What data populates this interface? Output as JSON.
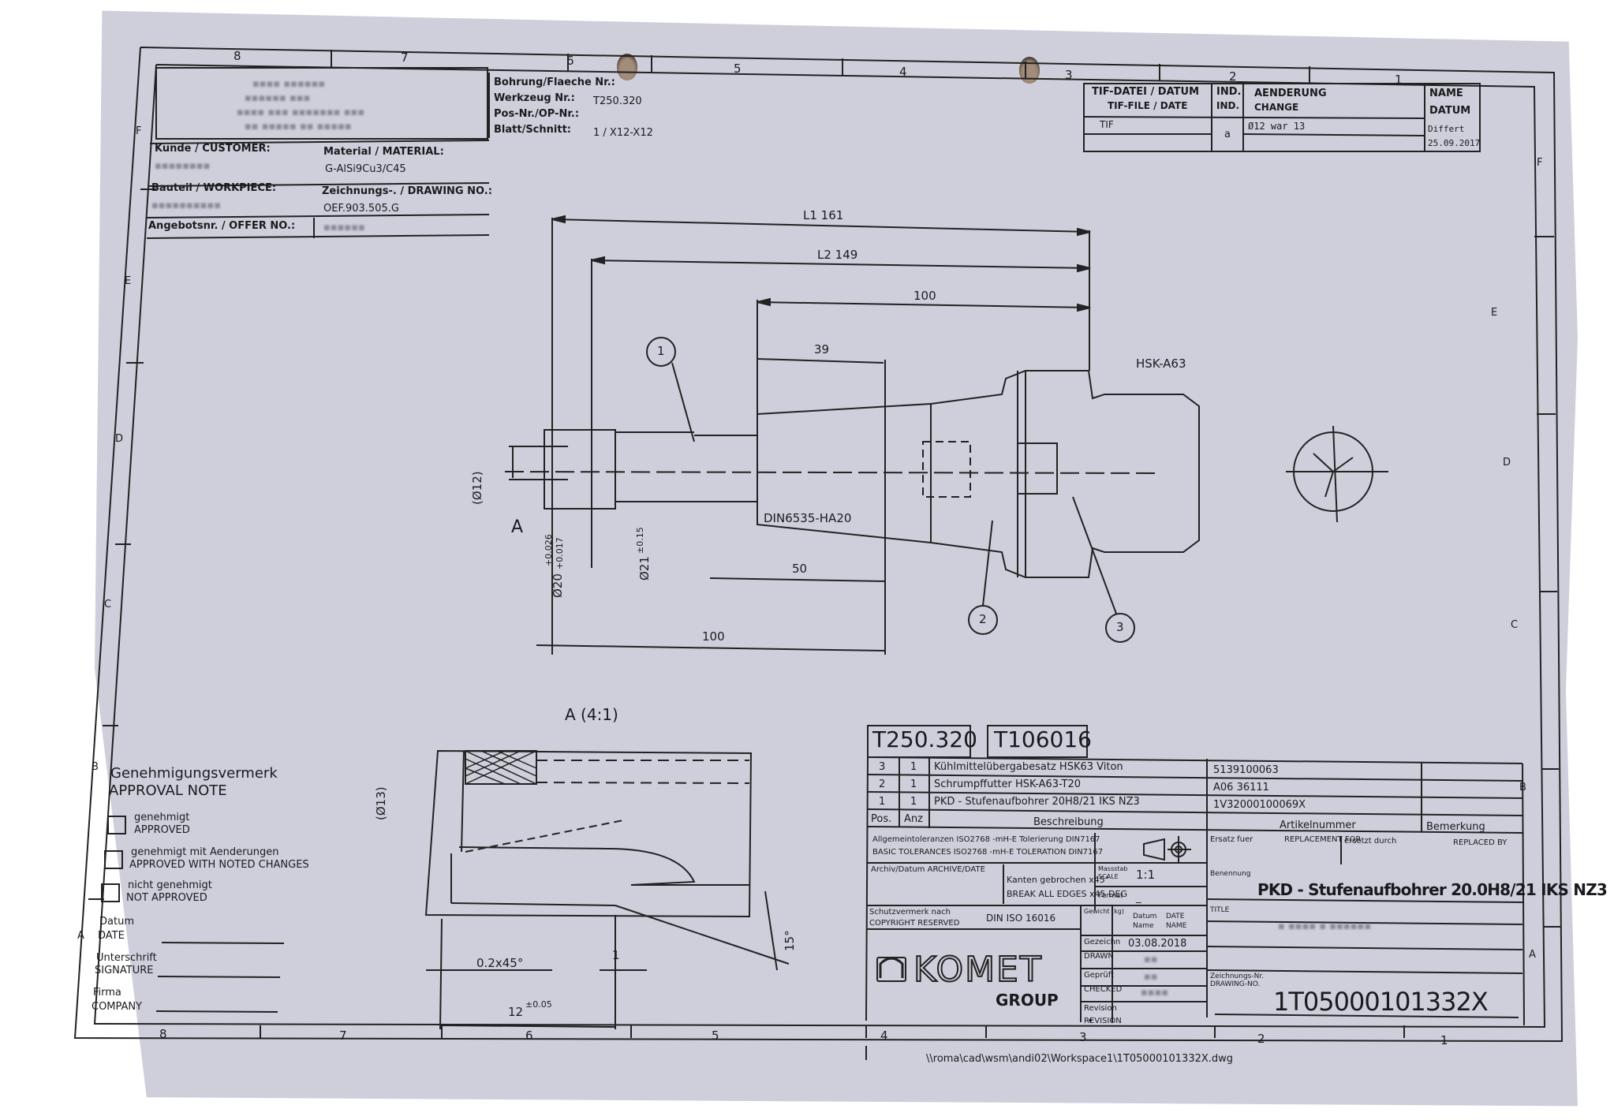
{
  "sheet": {
    "zones_top": [
      "8",
      "7",
      "6",
      "5",
      "4",
      "3",
      "2",
      "1"
    ],
    "zones_side": [
      "F",
      "E",
      "D",
      "C",
      "B",
      "A"
    ],
    "file_path": "\\\\roma\\cad\\wsm\\andi02\\Workspace1\\1T05000101332X.dwg"
  },
  "header_left": {
    "bohrung_label": "Bohrung/Flaeche Nr.:",
    "bohrung_value": "",
    "werkzeug_label": "Werkzeug Nr.:",
    "werkzeug_value": "T250.320",
    "pos_label": "Pos-Nr./OP-Nr.:",
    "pos_value": "",
    "blatt_label": "Blatt/Schnitt:",
    "blatt_value": "1 / X12-X12",
    "customer_label": "Kunde / CUSTOMER:",
    "material_label": "Material / MATERIAL:",
    "material_value": "G-AlSi9Cu3/C45",
    "workpiece_label": "Bauteil / WORKPIECE:",
    "drawing_no_label": "Zeichnungs-. / DRAWING NO.:",
    "drawing_no_value": "OEF.903.505.G",
    "offer_label": "Angebotsnr. / OFFER NO.:"
  },
  "revision_block": {
    "col1_de": "TIF-DATEI / DATUM",
    "col1_en": "TIF-FILE / DATE",
    "col2_de": "IND.",
    "col2_en": "IND.",
    "col3_de": "AENDERUNG",
    "col3_en": "CHANGE",
    "col4_de": "NAME",
    "col4_en": "DATUM",
    "row_tif": "TIF",
    "row_ind": "a",
    "row_change": "Ø12 war 13",
    "row_name": "Differt",
    "row_date": "25.09.2017"
  },
  "dimensions": {
    "l1": "L1  161",
    "l2": "L2  149",
    "d100_top": "100",
    "d39": "39",
    "d50": "50",
    "d100_bottom": "100",
    "dia12": "(Ø12)",
    "section_A": "A",
    "dia20": "Ø20",
    "dia20_tol_upper": "+0.026",
    "dia20_tol_lower": "+0.017",
    "dia21": "Ø21",
    "dia21_tol": "±0.15",
    "din_label": "DIN6535-HA20",
    "hsk_label": "HSK-A63",
    "balloons": [
      "1",
      "2",
      "3"
    ]
  },
  "detail_view": {
    "title": "A (4:1)",
    "dia13": "(Ø13)",
    "chamfer": "0.2x45°",
    "dim_1": "1",
    "dim_12": "12",
    "dim_12_tol": "±0.05",
    "angle": "15°"
  },
  "approval": {
    "title_de": "Genehmigungsvermerk",
    "title_en": "APPROVAL NOTE",
    "options": [
      {
        "de": "genehmigt",
        "en": "APPROVED"
      },
      {
        "de": "genehmigt mit Aenderungen",
        "en": "APPROVED WITH NOTED CHANGES"
      },
      {
        "de": "nicht genehmigt",
        "en": "NOT APPROVED"
      }
    ],
    "date_de": "Datum",
    "date_en": "DATE",
    "sig_de": "Unterschrift",
    "sig_en": "SIGNATURE",
    "company_de": "Firma",
    "company_en": "COMPANY"
  },
  "tool_tags": [
    "T250.320",
    "T106016"
  ],
  "parts_list": {
    "rows": [
      {
        "pos": "3",
        "anz": "1",
        "desc": "Kühlmittelübergabesatz HSK63 Viton",
        "article": "5139100063",
        "note": ""
      },
      {
        "pos": "2",
        "anz": "1",
        "desc": "Schrumpffutter HSK-A63-T20",
        "article": "A06 36111",
        "note": ""
      },
      {
        "pos": "1",
        "anz": "1",
        "desc": "PKD - Stufenaufbohrer 20H8/21 IKS NZ3",
        "article": "1V32000100069X",
        "note": ""
      }
    ],
    "headers": {
      "pos": "Pos.",
      "anz": "Anz",
      "desc": "Beschreibung",
      "article": "Artikelnummer",
      "note": "Bemerkung"
    }
  },
  "title_block": {
    "tol_line1": "Allgemeintoleranzen ISO2768 -mH-E  Tolerierung DIN7167",
    "tol_line2": "BASIC TOLERANCES ISO2768 -mH-E  TOLERATION DIN7167",
    "replacement_de": "Ersatz fuer",
    "replacement_en": "REPLACEMENT FOR",
    "replaced_de": "ersetzt durch",
    "replaced_en": "REPLACED BY",
    "archive": "Archiv/Datum  ARCHIVE/DATE",
    "edges_de": "Kanten gebrochen  x45°",
    "edges_en": "BREAK ALL EDGES  x45 DEG",
    "scale_label_de": "Massstab",
    "scale_label_en": "SCALE",
    "scale_value": "1:1",
    "format_label": "Format",
    "format_value": "_",
    "name_label": "Benennung",
    "name_value": "PKD - Stufenaufbohrer 20.0H8/21 IKS NZ3",
    "title_label": "TITLE",
    "copyright_de": "Schutzvermerk nach",
    "copyright_en": "COPYRIGHT RESERVED",
    "copyright_std": "DIN ISO 16016",
    "weight_label": "Gewicht (kg)",
    "datum_de": "Datum",
    "datum_en": "DATE",
    "name_de": "Name",
    "name_en": "NAME",
    "drawn_de": "Gezeichn",
    "drawn_en": "DRAWN",
    "drawn_date": "03.08.2018",
    "checked_de": "Geprüft",
    "checked_en": "CHECKED",
    "revision_de": "Revision",
    "revision_en": "REVISION",
    "drawing_no_de": "Zeichnungs-Nr.",
    "drawing_no_en": "DRAWING-NO.",
    "drawing_no": "1T05000101332X",
    "logo": "KOMET",
    "logo_sub": "GROUP"
  }
}
